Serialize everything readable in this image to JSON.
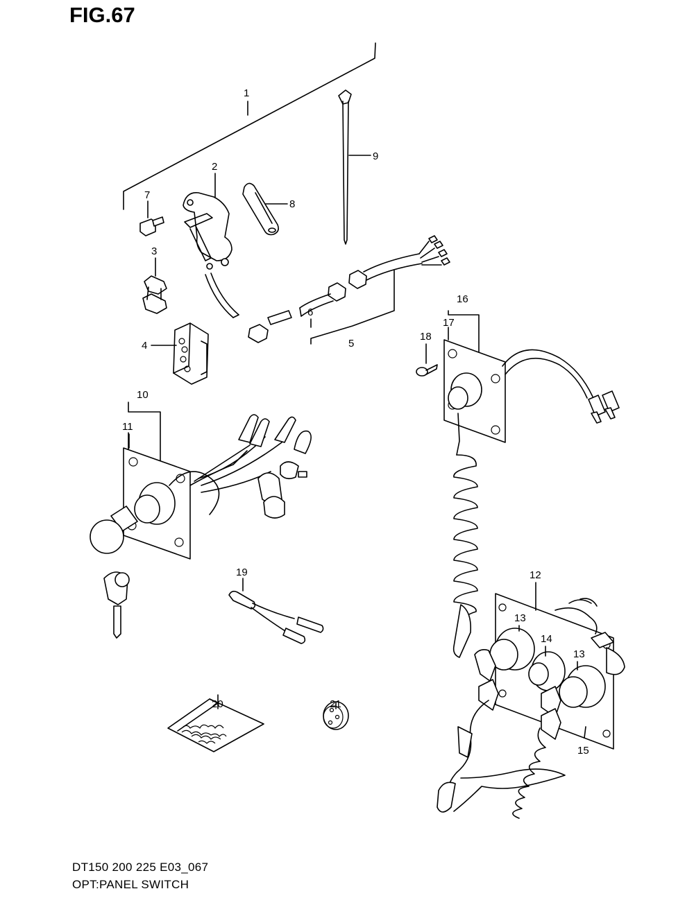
{
  "figure": {
    "title": "FIG.67",
    "footer_code": "DT150 200 225 E03_067",
    "footer_name": "OPT:PANEL SWITCH"
  },
  "callouts": [
    {
      "id": "1",
      "label": "1"
    },
    {
      "id": "2",
      "label": "2"
    },
    {
      "id": "3",
      "label": "3"
    },
    {
      "id": "4",
      "label": "4"
    },
    {
      "id": "5",
      "label": "5"
    },
    {
      "id": "6",
      "label": "6"
    },
    {
      "id": "7",
      "label": "7"
    },
    {
      "id": "8",
      "label": "8"
    },
    {
      "id": "9",
      "label": "9"
    },
    {
      "id": "10",
      "label": "10"
    },
    {
      "id": "11",
      "label": "11"
    },
    {
      "id": "12",
      "label": "12"
    },
    {
      "id": "13a",
      "label": "13"
    },
    {
      "id": "13b",
      "label": "13"
    },
    {
      "id": "14",
      "label": "14"
    },
    {
      "id": "15",
      "label": "15"
    },
    {
      "id": "16",
      "label": "16"
    },
    {
      "id": "17",
      "label": "17"
    },
    {
      "id": "18",
      "label": "18"
    },
    {
      "id": "19",
      "label": "19"
    },
    {
      "id": "20",
      "label": "20"
    },
    {
      "id": "21",
      "label": "21"
    }
  ]
}
